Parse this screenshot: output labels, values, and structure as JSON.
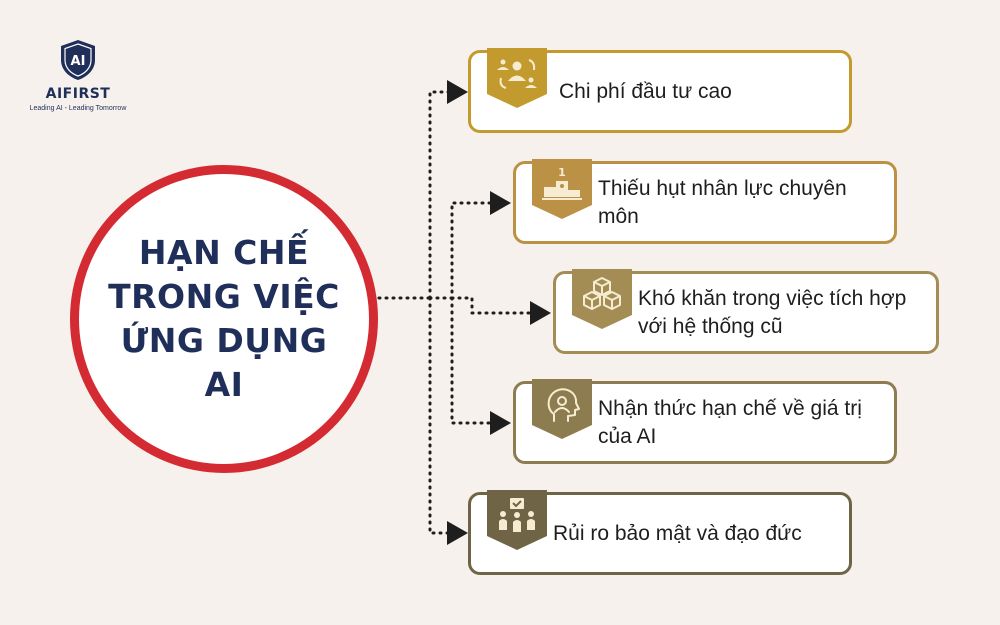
{
  "logo": {
    "mark": "AI",
    "name": "AIFIRST",
    "tagline": "Leading AI - Leading Tomorrow"
  },
  "center": {
    "title": "HẠN CHẾ TRONG VIỆC ỨNG DỤNG AI"
  },
  "colors": {
    "background": "#f6f1ec",
    "circle_border": "#d42b33",
    "title": "#1f2f5a",
    "connector": "#1e1e1e"
  },
  "items": [
    {
      "label": "Chi phí đầu tư cao",
      "icon": "people-exchange-icon",
      "color": "#c29a2e"
    },
    {
      "label": "Thiếu hụt nhân lực chuyên môn",
      "icon": "podium-icon",
      "color": "#bb9245"
    },
    {
      "label": "Khó khăn trong việc tích hợp với hệ thống cũ",
      "icon": "cubes-icon",
      "color": "#a48d55"
    },
    {
      "label": "Nhận thức hạn chế về giá trị của AI",
      "icon": "head-awareness-icon",
      "color": "#8d7c4f"
    },
    {
      "label": "Rủi ro bảo mật và đạo đức",
      "icon": "team-shield-icon",
      "color": "#6f6446"
    }
  ]
}
